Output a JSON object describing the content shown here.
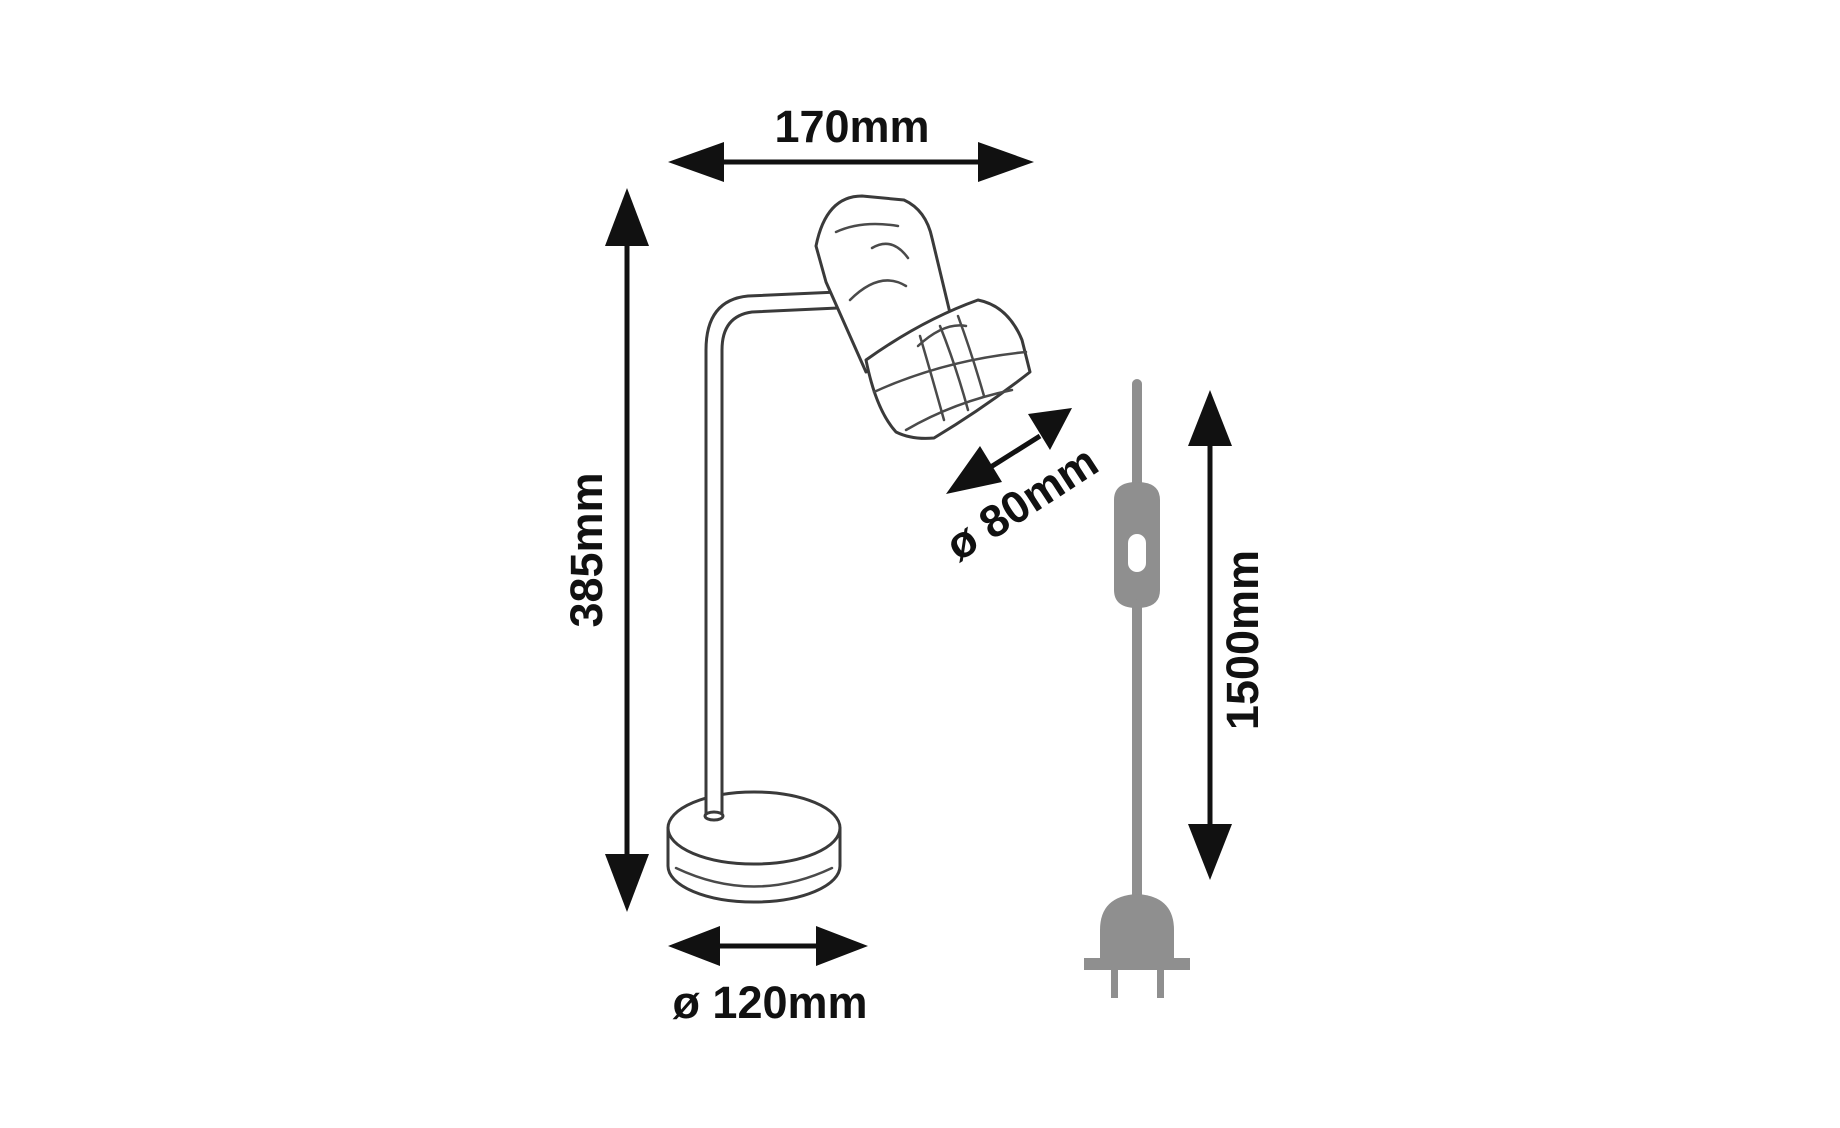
{
  "title": "",
  "dimensions": {
    "overall_width": "170mm",
    "overall_height": "385mm",
    "shade_diameter": "ø 80mm",
    "base_diameter": "ø 120mm",
    "cable_length": "1500mm"
  },
  "colors": {
    "dimension_arrows": "#111111",
    "lamp_outline": "#3a3a3a",
    "cable": "#8f8f8f",
    "background": "#ffffff"
  },
  "icons": {
    "lamp": "desk-lamp-outline-icon",
    "plug": "power-plug-icon",
    "switch": "inline-switch-icon"
  }
}
